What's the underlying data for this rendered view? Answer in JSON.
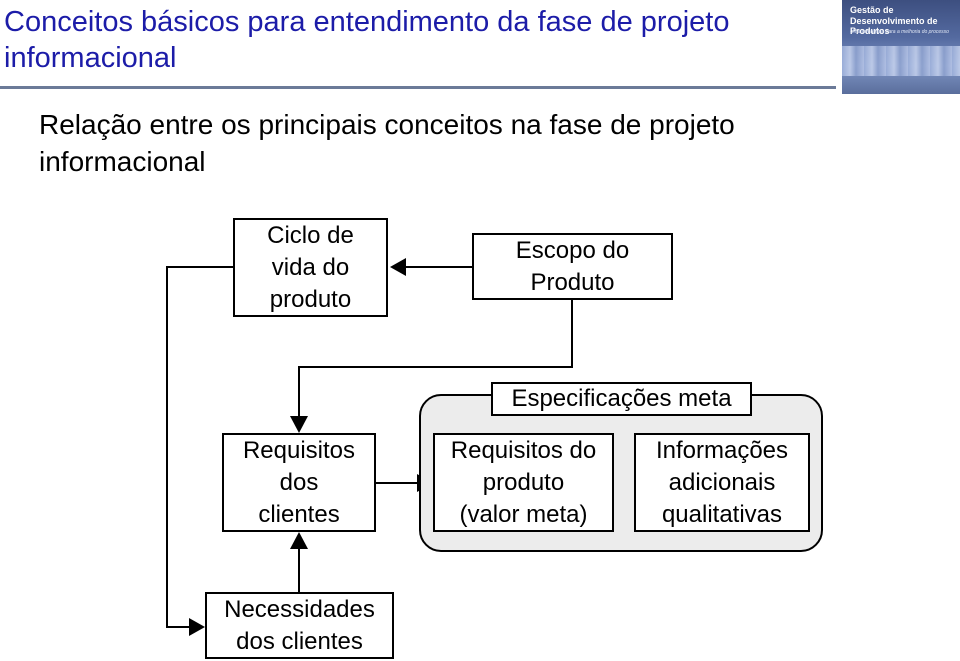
{
  "slide": {
    "title": "Conceitos básicos para entendimento da fase de projeto informacional",
    "subtitle": "Relação entre os principais conceitos na fase de projeto informacional"
  },
  "logo": {
    "line1": "Gestão de",
    "line2": "Desenvolvimento de Produtos",
    "tagline": "Uma referência para a melhoria do processo"
  },
  "diagram": {
    "ciclo_de_vida": "Ciclo de\nvida do\nproduto",
    "escopo": "Escopo do\nProduto",
    "especificacoes_meta": "Especificações meta",
    "requisitos_clientes": "Requisitos\ndos\nclientes",
    "requisitos_produto": "Requisitos do\nproduto\n(valor meta)",
    "informacoes_adicionais": "Informações\nadicionais\nqualitativas",
    "necessidades_clientes": "Necessidades\ndos clientes"
  },
  "colors": {
    "title": "#1c1ca8",
    "rule": "#6b7a98",
    "group_fill": "#ececec"
  }
}
